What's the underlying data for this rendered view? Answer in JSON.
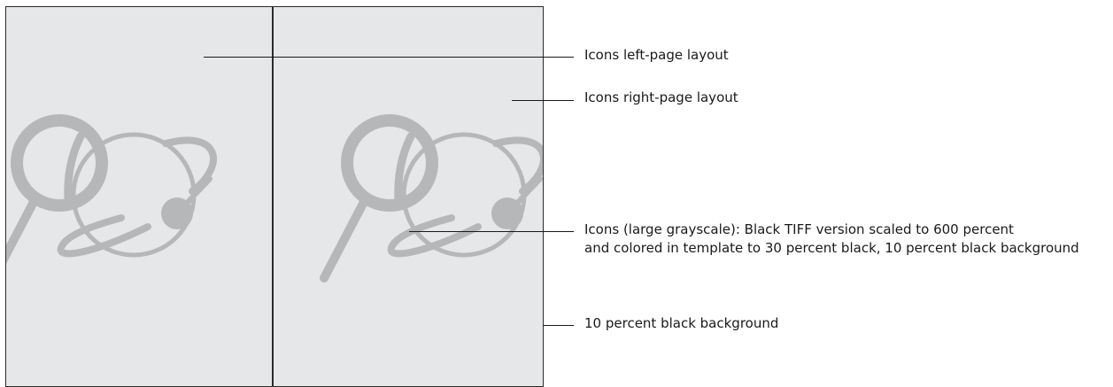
{
  "annotations": {
    "left_layout": "Icons left-page layout",
    "right_layout": "Icons right-page layout",
    "icons_line1": "Icons (large grayscale): Black TIFF version scaled to 600 percent",
    "icons_line2": "and colored in template to 30 percent black, 10 percent black background",
    "background": "10 percent black background"
  },
  "colors": {
    "page_background": "#e6e7e9",
    "icon_gray": "#b6b7b9",
    "border": "#2a2a2a"
  },
  "icons": [
    "magnifier-icon",
    "planet-orbit-icon"
  ]
}
